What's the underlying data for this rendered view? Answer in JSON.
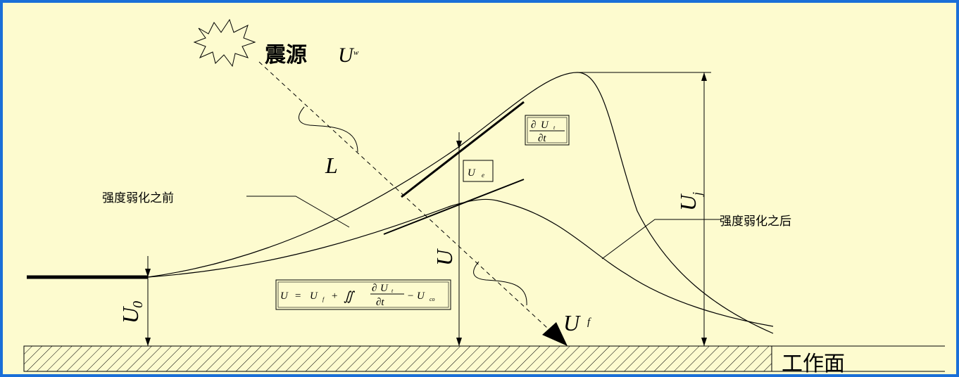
{
  "labels": {
    "source": "震源",
    "u_w": "U",
    "u_w_sub": "w",
    "l": "L",
    "before": "强度弱化之前",
    "after": "强度弱化之后",
    "workface": "工作面",
    "u_j": "U",
    "u_j_sub": "j",
    "u": "U",
    "u0": "U",
    "u0_sub": "0",
    "u_f": "U",
    "u_f_sub": "f"
  },
  "boxes": {
    "rate": {
      "partial": "∂",
      "u": "U",
      "u_sub": "t",
      "denominator": "∂t"
    },
    "ue": {
      "u": "U",
      "sub": "e"
    },
    "equation": {
      "lhs": "U",
      "eq": "=",
      "term1": "U",
      "term1_sub": "f",
      "plus": "+",
      "integral": "∬",
      "frac_num_partial": "∂",
      "frac_num_u": "U",
      "frac_num_sub": "t",
      "frac_den": "∂t",
      "minus": "−",
      "term3": "U",
      "term3_sub": "co"
    }
  },
  "colors": {
    "background": "#fdfbcf",
    "border": "#1a6fd8",
    "ink": "#000000"
  }
}
